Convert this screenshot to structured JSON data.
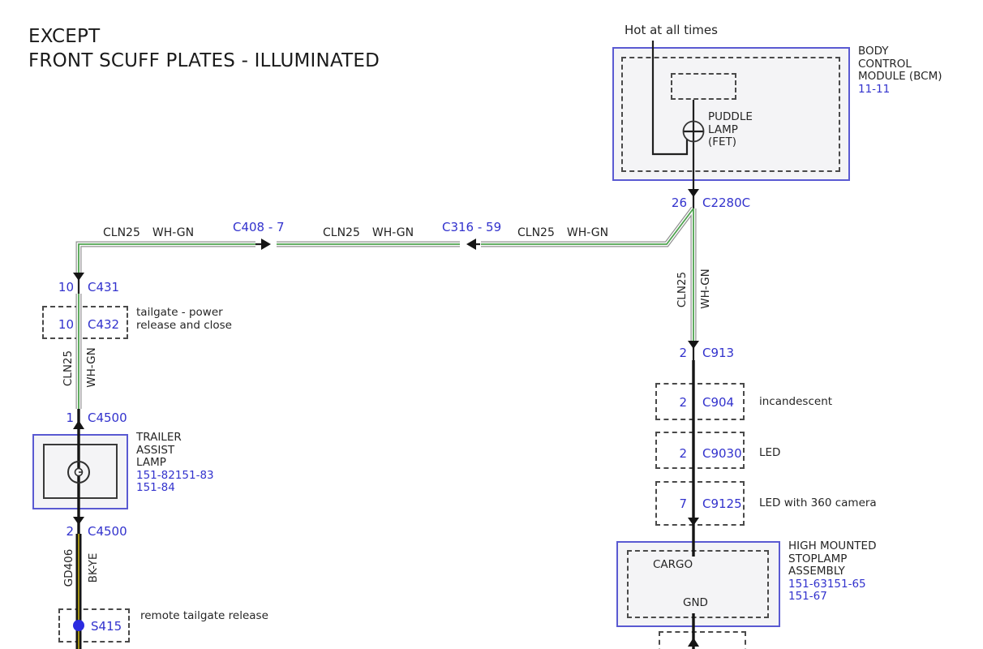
{
  "title": {
    "line1": "EXCEPT",
    "line2": "FRONT SCUFF PLATES - ILLUMINATED"
  },
  "power": {
    "label": "Hot at all times"
  },
  "bcm": {
    "name_line1": "BODY",
    "name_line2": "CONTROL",
    "name_line3": "MODULE (BCM)",
    "ref": "11-11",
    "internal_line1": "PUDDLE",
    "internal_line2": "LAMP",
    "internal_line3": "(FET)",
    "connector_pin": "26",
    "connector_name": "C2280C"
  },
  "wire_labels": {
    "seg1": {
      "circuit": "CLN25",
      "color": "WH-GN"
    },
    "seg2": {
      "circuit": "CLN25",
      "color": "WH-GN"
    },
    "seg3": {
      "circuit": "CLN25",
      "color": "WH-GN"
    },
    "left_drop": {
      "circuit": "CLN25",
      "color": "WH-GN"
    },
    "right_drop": {
      "circuit": "CLN25",
      "color": "WH-GN"
    },
    "ground_drop": {
      "circuit": "GD406",
      "color": "BK-YE"
    }
  },
  "inline_connectors": {
    "c408": "C408 - 7",
    "c316": "C316 - 59"
  },
  "left_branch": {
    "c431": {
      "pin": "10",
      "name": "C431"
    },
    "c432": {
      "pin": "10",
      "name": "C432",
      "note_line1": "tailgate - power",
      "note_line2": "release and close"
    },
    "c4500_top": {
      "pin": "1",
      "name": "C4500"
    },
    "trailer_lamp": {
      "name_line1": "TRAILER",
      "name_line2": "ASSIST",
      "name_line3": "LAMP",
      "ref1": "151-82151-83",
      "ref2": "151-84"
    },
    "c4500_bottom": {
      "pin": "2",
      "name": "C4500"
    },
    "s415": {
      "name": "S415",
      "note": "remote tailgate release"
    }
  },
  "right_branch": {
    "c913": {
      "pin": "2",
      "name": "C913"
    },
    "c904": {
      "pin": "2",
      "name": "C904",
      "note": "incandescent"
    },
    "c9030": {
      "pin": "2",
      "name": "C9030",
      "note": "LED"
    },
    "c9125": {
      "pin": "7",
      "name": "C9125",
      "note": "LED with 360 camera"
    },
    "stoplamp": {
      "pin_cargo": "CARGO",
      "pin_gnd": "GND",
      "name_line1": "HIGH MOUNTED",
      "name_line2": "STOPLAMP",
      "name_line3": "ASSEMBLY",
      "ref1": "151-63151-65",
      "ref2": "151-67"
    }
  },
  "colors": {
    "reference_blue": "#3232cd",
    "box_border_blue": "#5a5ad2",
    "wire_green": "#4ea24e",
    "wire_yellow": "#b3a113",
    "wire_gray_outline": "#909090",
    "splice_blue": "#2b2be0",
    "box_fill": "#f4f4f6"
  }
}
